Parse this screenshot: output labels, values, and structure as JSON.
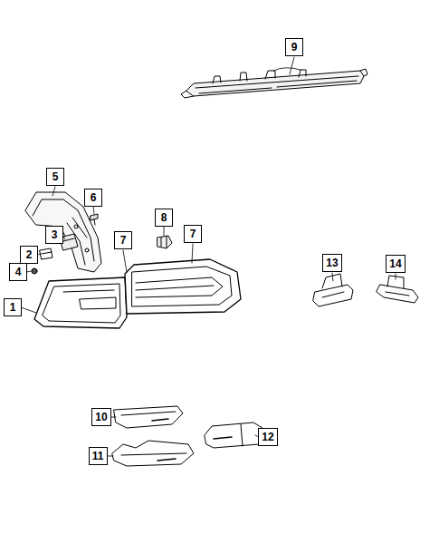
{
  "diagram": {
    "nodes": [
      {
        "text": [
          "9"
        ]
      },
      {
        "text": [
          "5"
        ]
      },
      {
        "text": [
          "6"
        ]
      },
      {
        "text": [
          "8"
        ]
      },
      {
        "text": [
          "7"
        ]
      },
      {
        "text": [
          "3"
        ]
      },
      {
        "text": [
          "7"
        ]
      },
      {
        "text": [
          "2"
        ]
      },
      {
        "text": [
          "13"
        ]
      },
      {
        "text": [
          "14"
        ]
      },
      {
        "text": [
          "4"
        ]
      },
      {
        "text": [
          "1"
        ]
      },
      {
        "text": [
          "10"
        ]
      },
      {
        "text": [
          "12"
        ]
      },
      {
        "text": [
          "11"
        ]
      }
    ]
  }
}
